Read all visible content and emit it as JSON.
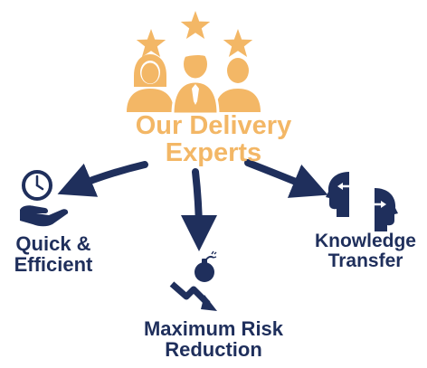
{
  "center": {
    "line1": "Our Delivery",
    "line2": "Experts"
  },
  "nodes": [
    {
      "label_line1": "Quick &",
      "label_line2": "Efficient",
      "icon": "clock-hand-icon"
    },
    {
      "label_line1": "Maximum Risk",
      "label_line2": "Reduction",
      "icon": "bomb-downtrend-icon"
    },
    {
      "label_line1": "Knowledge",
      "label_line2": "Transfer",
      "icon": "heads-exchange-icon"
    }
  ],
  "colors": {
    "accent": "#f3b766",
    "primary": "#1f2f5c"
  }
}
